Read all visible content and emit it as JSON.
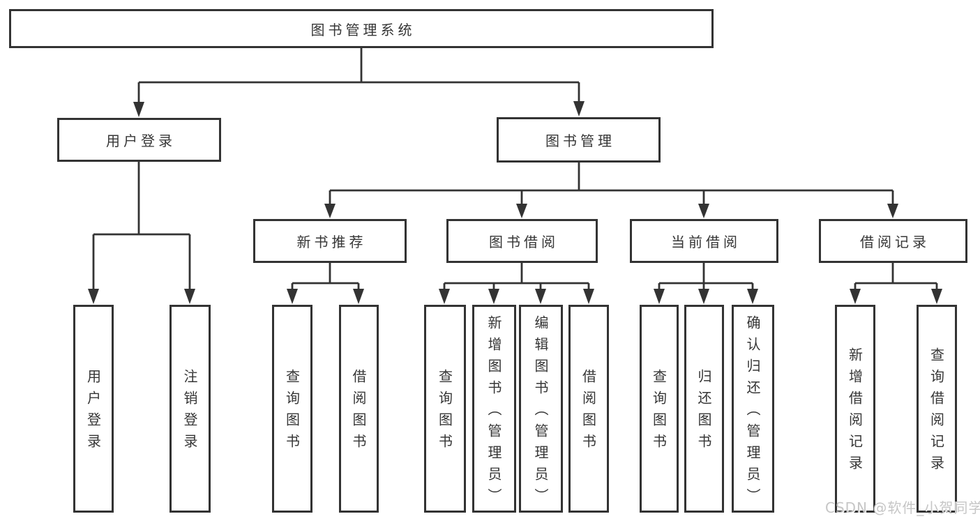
{
  "tree": {
    "label": "图书管理系统",
    "children": [
      {
        "label": "用户登录",
        "children": [
          {
            "label": "用户登录"
          },
          {
            "label": "注销登录"
          }
        ]
      },
      {
        "label": "图书管理",
        "children": [
          {
            "label": "新书推荐",
            "children": [
              {
                "label": "查询图书"
              },
              {
                "label": "借阅图书"
              }
            ]
          },
          {
            "label": "图书借阅",
            "children": [
              {
                "label": "查询图书"
              },
              {
                "label": "新增图书（管理员）"
              },
              {
                "label": "编辑图书（管理员）"
              },
              {
                "label": "借阅图书"
              }
            ]
          },
          {
            "label": "当前借阅",
            "children": [
              {
                "label": "查询图书"
              },
              {
                "label": "归还图书"
              },
              {
                "label": "确认归还（管理员）"
              }
            ]
          },
          {
            "label": "借阅记录",
            "children": [
              {
                "label": "新增借阅记录"
              },
              {
                "label": "查询借阅记录"
              }
            ]
          }
        ]
      }
    ]
  },
  "watermark": {
    "text": "CSDN @软件_小贺同学"
  },
  "colors": {
    "line": "#333333",
    "text": "#363636",
    "background": "#ffffff",
    "watermark": "#c6c6c6"
  }
}
